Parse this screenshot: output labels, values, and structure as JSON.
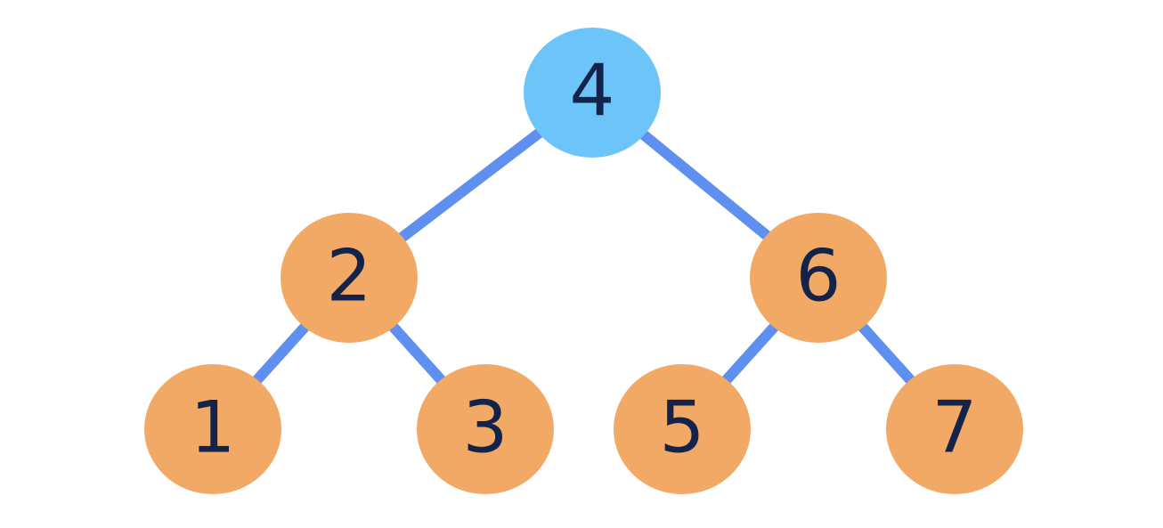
{
  "colors": {
    "background": "#ffffff",
    "edge": "#5f8fef",
    "root_fill": "#6cc4f8",
    "node_fill": "#f2a965",
    "label": "#13234a"
  },
  "tree": {
    "root": "4",
    "nodes": [
      {
        "id": "n4",
        "label": "4",
        "role": "root"
      },
      {
        "id": "n2",
        "label": "2",
        "role": "internal"
      },
      {
        "id": "n6",
        "label": "6",
        "role": "internal"
      },
      {
        "id": "n1",
        "label": "1",
        "role": "leaf"
      },
      {
        "id": "n3",
        "label": "3",
        "role": "leaf"
      },
      {
        "id": "n5",
        "label": "5",
        "role": "leaf"
      },
      {
        "id": "n7",
        "label": "7",
        "role": "leaf"
      }
    ],
    "edges": [
      {
        "from": "n4",
        "to": "n2"
      },
      {
        "from": "n4",
        "to": "n6"
      },
      {
        "from": "n2",
        "to": "n1"
      },
      {
        "from": "n2",
        "to": "n3"
      },
      {
        "from": "n6",
        "to": "n5"
      },
      {
        "from": "n6",
        "to": "n7"
      }
    ]
  }
}
